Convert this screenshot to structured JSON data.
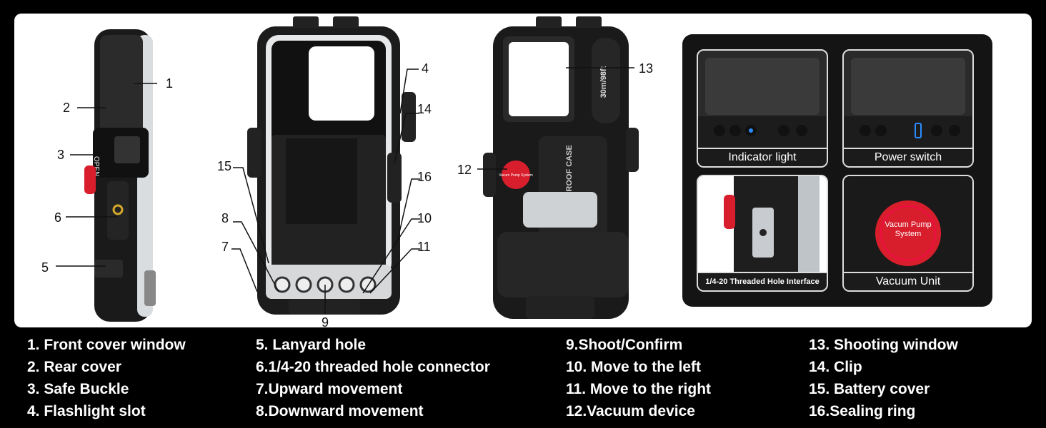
{
  "callouts": {
    "c1": "1",
    "c2": "2",
    "c3": "3",
    "c4": "4",
    "c5": "5",
    "c6": "6",
    "c7": "7",
    "c8": "8",
    "c9": "9",
    "c10": "10",
    "c11": "11",
    "c12": "12",
    "c13": "13",
    "c14": "14",
    "c15": "15",
    "c16": "16"
  },
  "case_text": {
    "open": "OPEN",
    "depth": "30m/98ft",
    "brand": "WATERPROOF CASE",
    "pump_small": "Vacum Pump System"
  },
  "details": {
    "indicator": "Indicator light",
    "power": "Power switch",
    "threaded": "1/4-20 Threaded Hole Interface",
    "vacuum": "Vacuum Unit",
    "pump_label": "Vacum Pump System"
  },
  "legend": {
    "col1": [
      "1. Front cover window",
      "2. Rear cover",
      "3. Safe Buckle",
      "4. Flashlight slot"
    ],
    "col2": [
      "5. Lanyard hole",
      "6.1/4-20 threaded hole connector",
      "7.Upward movement",
      "8.Downward movement"
    ],
    "col3": [
      "9.Shoot/Confirm",
      "10. Move to the left",
      "11. Move to the right",
      "12.Vacuum device"
    ],
    "col4": [
      "13. Shooting window",
      "14. Clip",
      "15. Battery cover",
      "16.Sealing ring"
    ]
  },
  "colors": {
    "accent_red": "#d81e2c",
    "indicator_blue": "#2b8cff",
    "background": "#000000",
    "panel": "#ffffff"
  }
}
